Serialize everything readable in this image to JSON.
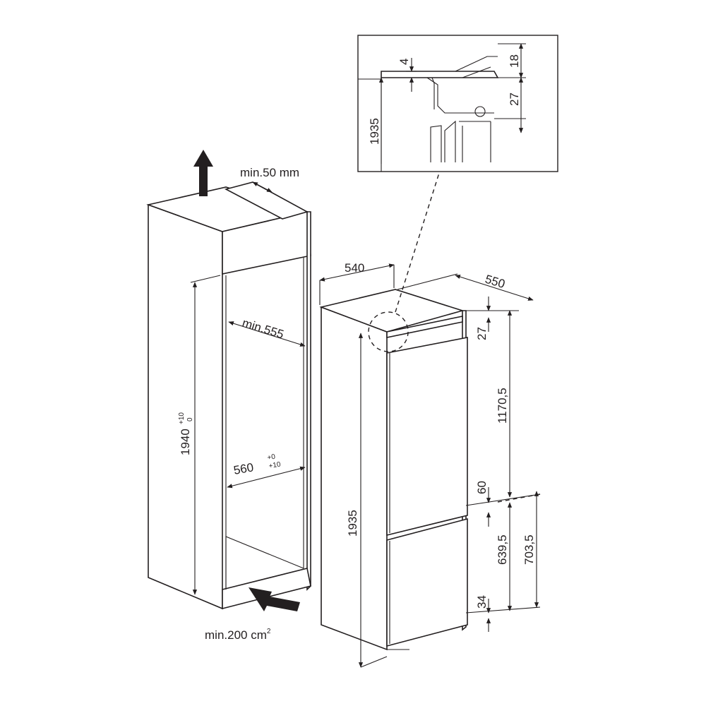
{
  "labels": {
    "vent_top": "min.50 mm",
    "vent_bottom": "min.200 cm",
    "vent_bottom_sup": "2",
    "niche_width_min": "min.555",
    "niche_width": "560",
    "niche_width_tol_plus": "+0",
    "niche_width_tol_minus": "+10",
    "niche_height": "1940",
    "niche_height_tol_plus": "+10",
    "niche_height_tol_minus": "0",
    "appliance_width": "540",
    "appliance_depth": "550",
    "appliance_height": "1935",
    "top_gap": "27",
    "upper_door": "1170,5",
    "door_gap": "60",
    "lower_door": "639,5",
    "lower_total": "703,5",
    "bottom_gap": "34",
    "detail_height": "1935",
    "detail_4": "4",
    "detail_18": "18",
    "detail_27": "27"
  }
}
